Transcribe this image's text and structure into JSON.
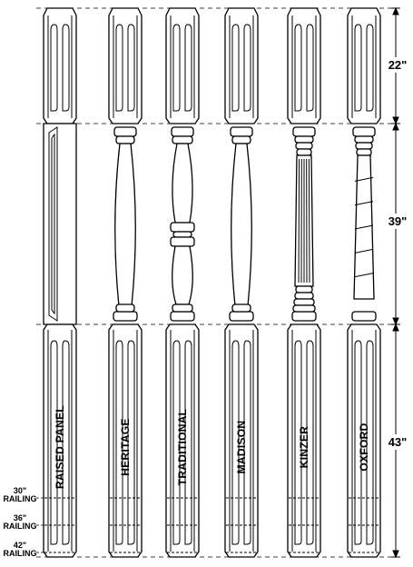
{
  "posts": [
    {
      "name": "RAISED PANEL",
      "style": "raised-panel"
    },
    {
      "name": "HERITAGE",
      "style": "heritage"
    },
    {
      "name": "TRADITIONAL",
      "style": "traditional"
    },
    {
      "name": "MADISON",
      "style": "madison"
    },
    {
      "name": "KINZER",
      "style": "kinzer"
    },
    {
      "name": "OXFORD",
      "style": "oxford"
    }
  ],
  "dimensions": [
    {
      "label": "22\""
    },
    {
      "label": "39\""
    },
    {
      "label": "43\""
    }
  ],
  "railings": [
    {
      "height": "30\"",
      "word": "RAILING"
    },
    {
      "height": "36\"",
      "word": "RAILING"
    },
    {
      "height": "42\"",
      "word": "RAILING"
    }
  ]
}
